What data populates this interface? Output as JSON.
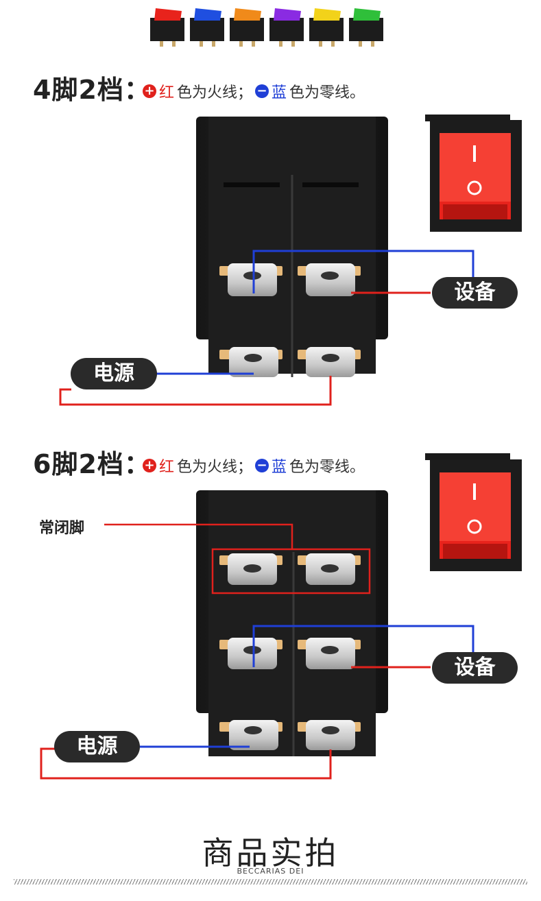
{
  "section1": {
    "title": "4脚2档：",
    "plus": "+",
    "minus": "−",
    "red_word": "红",
    "red_desc": "色为火线；",
    "blue_word": "蓝",
    "blue_desc": "色为零线。",
    "device_label": "设备",
    "power_label": "电源",
    "rocker_on_symbol": "I",
    "rocker_off_symbol": "O"
  },
  "section2": {
    "title": "6脚2档：",
    "plus": "+",
    "minus": "−",
    "red_word": "红",
    "red_desc": "色为火线；",
    "blue_word": "蓝",
    "blue_desc": "色为零线。",
    "nc_label": "常闭脚",
    "device_label": "设备",
    "power_label": "电源",
    "rocker_on_symbol": "I",
    "rocker_off_symbol": "O"
  },
  "footer": {
    "title": "商品实拍",
    "subtitle": "BECCARIAS DEI"
  },
  "colors": {
    "hot_wire": "#e0211c",
    "neutral_wire": "#1f3fd6",
    "switch_body": "#1c1c1c",
    "lamp": "#e8231c"
  },
  "top_switch_colors": [
    "#e8231c",
    "#1f4fe0",
    "#f08a1a",
    "#8a2be2",
    "#f2d21a",
    "#2fbf3a"
  ]
}
